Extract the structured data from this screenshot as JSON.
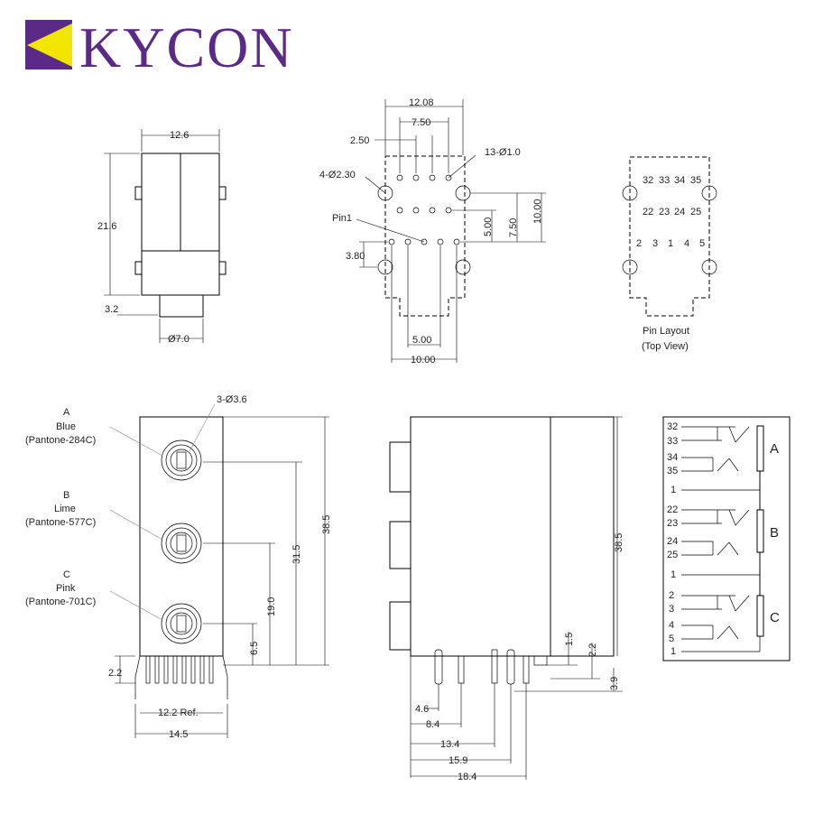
{
  "brand": {
    "name": "KYCON",
    "colors": {
      "purple": "#5b2a86",
      "yellow": "#f2e600"
    }
  },
  "side_view": {
    "width": "12.6",
    "height": "21.6",
    "offset": "3.2",
    "diameter": "Ø7.0"
  },
  "footprint": {
    "pitch_total": "12.08",
    "pitch_inner": "7.50",
    "pitch_small": "2.50",
    "holes_small": "13-Ø1.0",
    "holes_large": "4-Ø2.30",
    "pin1": "Pin1",
    "row_offset": "3.80",
    "v_5": "5.00",
    "v_75": "7.50",
    "v_10": "10.00",
    "bottom_5": "5.00",
    "bottom_10": "10.00"
  },
  "pin_layout": {
    "row1": [
      "32",
      "33",
      "34",
      "35"
    ],
    "row2": [
      "22",
      "23",
      "24",
      "25"
    ],
    "row3": [
      "2",
      "3",
      "1",
      "4",
      "5"
    ],
    "caption_1": "Pin Layout",
    "caption_2": "(Top View)"
  },
  "front_view": {
    "holes": "3-Ø3.6",
    "jack_a": {
      "letter": "A",
      "name": "Blue",
      "pantone": "(Pantone-284C)"
    },
    "jack_b": {
      "letter": "B",
      "name": "Lime",
      "pantone": "(Pantone-577C)"
    },
    "jack_c": {
      "letter": "C",
      "name": "Pink",
      "pantone": "(Pantone-701C)"
    },
    "h_total": "38.5",
    "h_a": "31.5",
    "h_b": "19.0",
    "h_c": "6.5",
    "pin_len": "2.2",
    "ref_width": "12.2 Ref.",
    "width": "14.5"
  },
  "side_profile": {
    "height": "38.5",
    "d_15": "1.5",
    "d_22": "2.2",
    "d_39": "3.9",
    "x_46": "4.6",
    "x_84": "8.4",
    "x_134": "13.4",
    "x_159": "15.9",
    "x_184": "18.4"
  },
  "schematic": {
    "pins_a": [
      "32",
      "33",
      "34",
      "35",
      "1"
    ],
    "pins_b": [
      "22",
      "23",
      "24",
      "25",
      "1"
    ],
    "pins_c": [
      "2",
      "3",
      "4",
      "5",
      "1"
    ],
    "labels": [
      "A",
      "B",
      "C"
    ]
  }
}
